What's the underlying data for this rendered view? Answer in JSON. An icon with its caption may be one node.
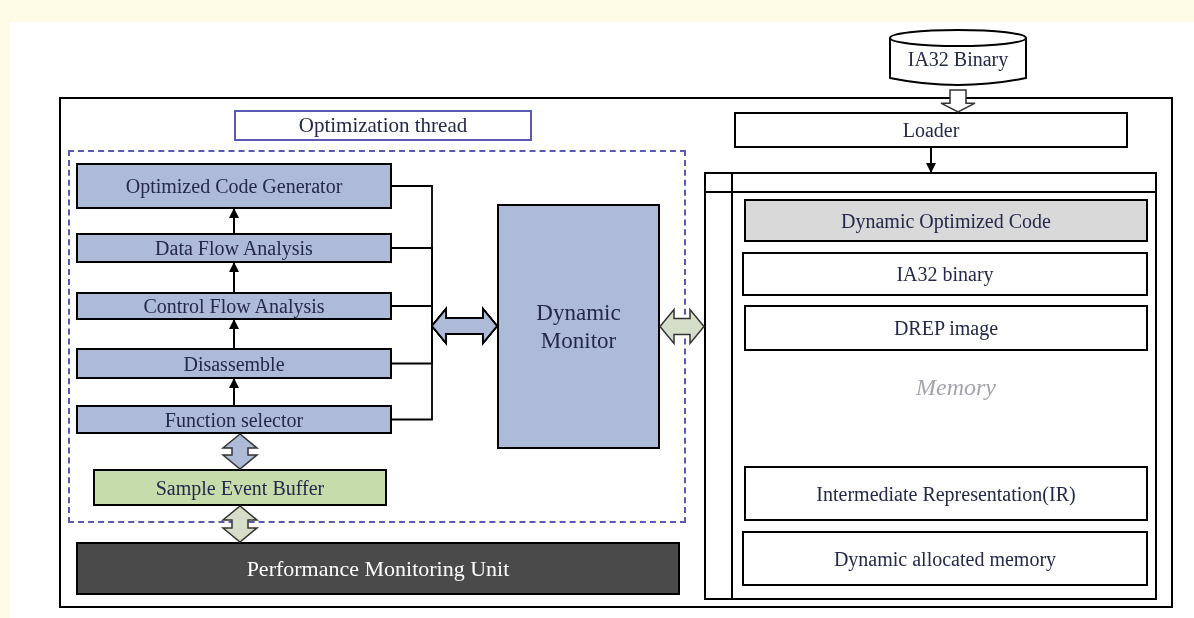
{
  "diagram": {
    "nodes": [
      {
        "text": [],
        "shape": "box"
      },
      {
        "text": [
          "Optimization thread"
        ],
        "in": 0
      },
      {
        "text": [
          "Optimized Code Generator"
        ],
        "in": 1
      },
      {
        "text": [
          "Data Flow Analysis"
        ],
        "in": 1
      },
      {
        "text": [
          "Control Flow Analysis"
        ],
        "in": 1
      },
      {
        "text": [
          "Disassemble"
        ],
        "in": 1
      },
      {
        "text": [
          "Function selector"
        ],
        "in": 1
      },
      {
        "text": [
          "Sample Event Buffer"
        ],
        "in": 1
      },
      {
        "text": [
          "Dynamic Monitor"
        ],
        "in": 1
      },
      {
        "text": [
          "Performance Monitoring Unit"
        ],
        "in": 0
      },
      {
        "text": [
          "IA32 Binary"
        ]
      },
      {
        "text": [
          "Loader"
        ],
        "in": 0
      },
      {
        "text": [
          "Memory"
        ],
        "in": 0
      },
      {
        "text": [
          "Dynamic Optimized Code"
        ],
        "in": 12
      },
      {
        "text": [
          "IA32 binary"
        ],
        "in": 12
      },
      {
        "text": [
          "DREP image"
        ],
        "in": 12
      },
      {
        "text": [
          "Intermediate Representation(IR)"
        ],
        "in": 12
      },
      {
        "text": [
          "Dynamic allocated memory"
        ],
        "in": 12
      }
    ],
    "edges": [
      {
        "from": 3,
        "to": 2,
        "arrow": "to"
      },
      {
        "from": 4,
        "to": 3,
        "arrow": "to"
      },
      {
        "from": 5,
        "to": 4,
        "arrow": "to"
      },
      {
        "from": 6,
        "to": 5,
        "arrow": "to"
      },
      {
        "from": 2,
        "to": 8,
        "arrow": "to"
      },
      {
        "from": 3,
        "to": 8,
        "arrow": "to"
      },
      {
        "from": 4,
        "to": 8,
        "arrow": "to"
      },
      {
        "from": 5,
        "to": 8,
        "arrow": "to"
      },
      {
        "from": 6,
        "to": 8,
        "arrow": "to"
      },
      {
        "from": 8,
        "to": 12,
        "arrow": "both",
        "style": "thick",
        "color": "#d5dec8"
      },
      {
        "from": 6,
        "to": 7,
        "arrow": "both",
        "style": "thick",
        "color": "#aebbd8"
      },
      {
        "from": 7,
        "to": 9,
        "arrow": "both",
        "style": "thick",
        "color": "#d5dec8"
      },
      {
        "from": 10,
        "to": 11,
        "arrow": "to",
        "style": "thick",
        "color": "#ffffff"
      },
      {
        "from": 11,
        "to": 12,
        "arrow": "to"
      }
    ]
  }
}
